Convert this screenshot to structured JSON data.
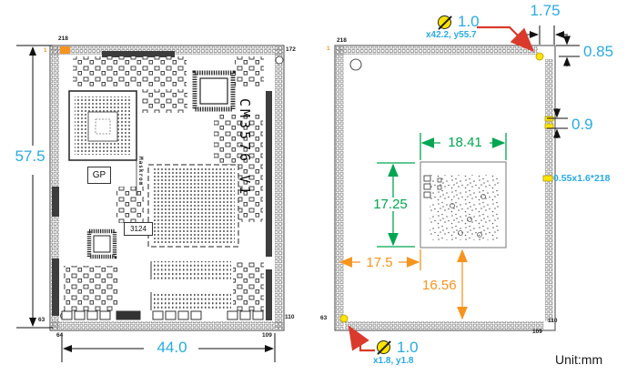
{
  "unit_label": "Unit:mm",
  "colors": {
    "cyan": "#29ABE2",
    "green": "#00A651",
    "orange": "#F7941E",
    "red": "#D93A2B",
    "yellow": "#FFE400"
  },
  "left_view": {
    "dims": {
      "height": "57.5",
      "width": "44.0"
    },
    "pins": {
      "top_left": "218",
      "pin_one": "1",
      "top_right": "172",
      "left_bottom": "63",
      "bottom_start": "64",
      "bottom_end": "109",
      "right_bottom": "110"
    },
    "silkscreen": {
      "model": "CM3576 V1",
      "gp_label": "GP",
      "code_label": "3124",
      "maskrom_label": "Maskrom"
    }
  },
  "right_view": {
    "pins": {
      "top_left": "218",
      "pin_one": "1",
      "left_bottom": "63",
      "bottom_end": "109",
      "right_bottom": "110"
    },
    "hole_top": {
      "diameter": "1.0",
      "coords": "x42.2, y55.7"
    },
    "hole_bottom": {
      "diameter": "1.0",
      "coords": "x1.8, y1.8"
    },
    "dims": {
      "corner_offset_x": "1.75",
      "corner_offset_y": "0.85",
      "pad_pitch": "0.9",
      "pad_spec": "0.55x1.6*218",
      "center_width": "18.41",
      "center_height": "17.25",
      "center_offset_x": "17.5",
      "center_offset_y": "16.56"
    }
  }
}
